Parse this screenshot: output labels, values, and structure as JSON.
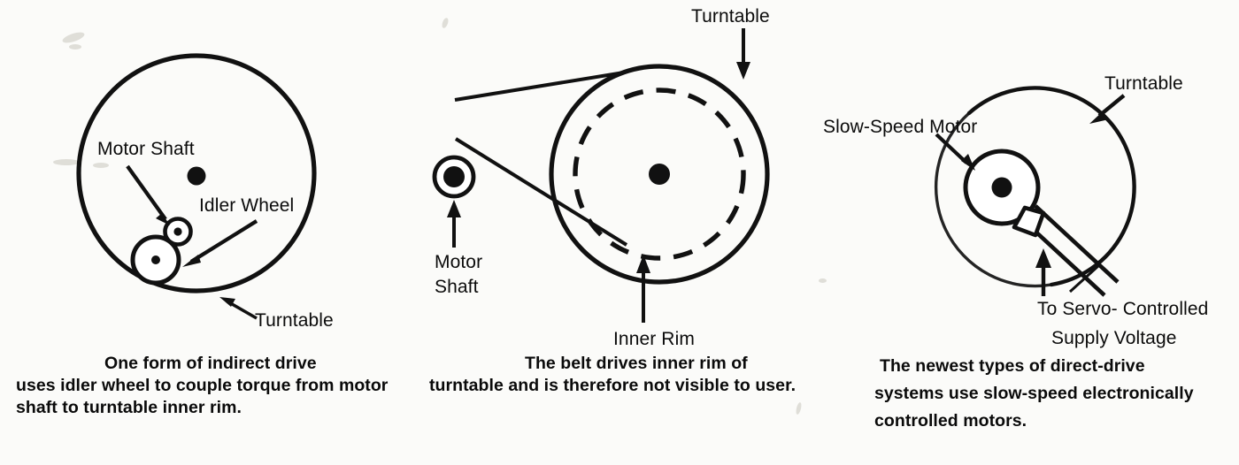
{
  "figure": {
    "type": "diagram",
    "subject": "Turntable drive systems",
    "panel_count": 3
  },
  "panels": [
    {
      "id": "indirect-drive",
      "labels": {
        "motor_shaft": "Motor Shaft",
        "idler_wheel": "Idler Wheel",
        "turntable": "Turntable"
      },
      "caption": {
        "line1": "One form of indirect drive",
        "line2": "uses idler wheel to couple torque from",
        "line3": "motor shaft to turntable inner rim."
      }
    },
    {
      "id": "belt-drive",
      "labels": {
        "turntable": "Turntable",
        "motor_shaft_line1": "Motor",
        "motor_shaft_line2": "Shaft",
        "inner_rim": "Inner Rim"
      },
      "caption": {
        "line1": "The belt drives inner rim of",
        "line2": "turntable and is therefore not visible",
        "line3": "to user."
      }
    },
    {
      "id": "direct-drive",
      "labels": {
        "turntable": "Turntable",
        "slow_speed_motor": "Slow-Speed  Motor",
        "supply_line1": "To  Servo- Controlled",
        "supply_line2": "Supply Voltage"
      },
      "caption": {
        "line1": "The newest types of direct-drive",
        "line2": "systems use slow-speed electronically",
        "line3": "controlled motors."
      }
    }
  ],
  "colors": {
    "ink": "#111111",
    "paper": "#fbfbf9"
  }
}
